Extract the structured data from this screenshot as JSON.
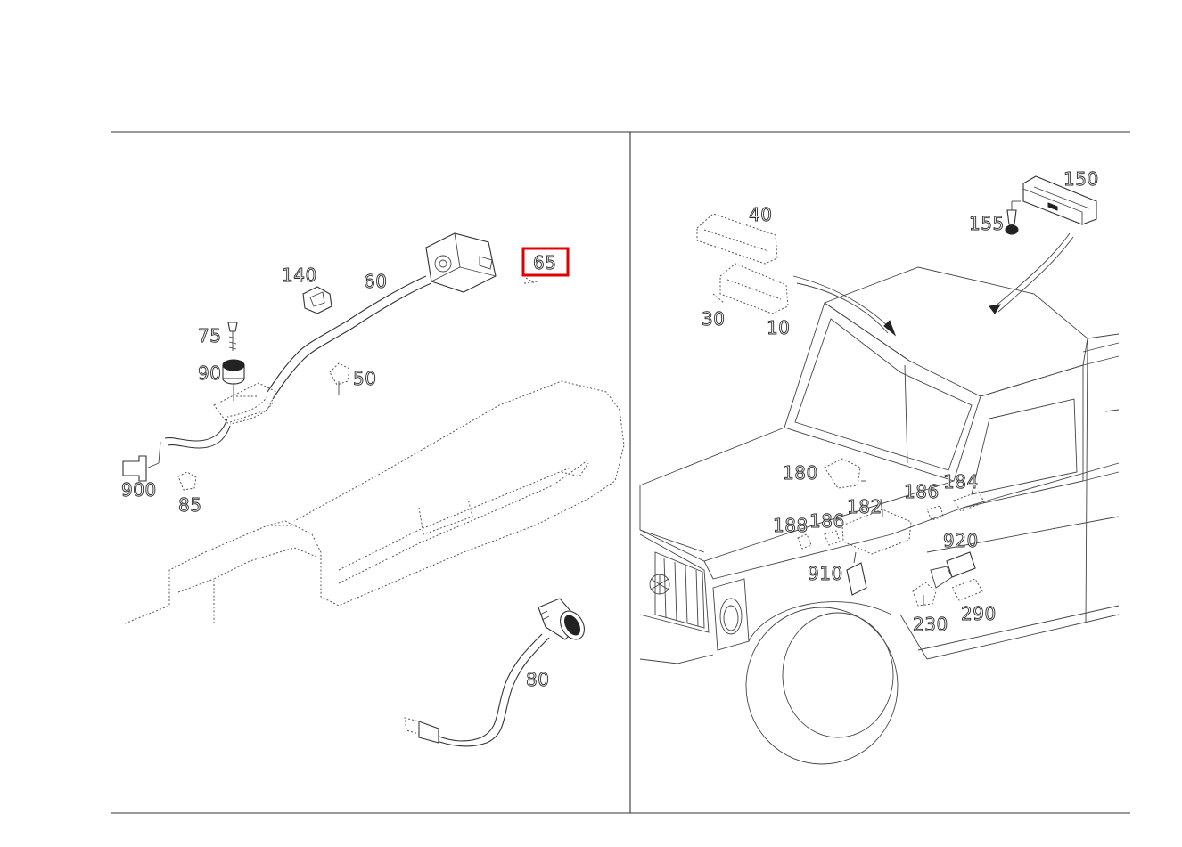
{
  "callouts": {
    "left": {
      "c140": "140",
      "c60": "60",
      "c65": "65",
      "c75": "75",
      "c90": "90",
      "c50": "50",
      "c900": "900",
      "c85": "85",
      "c80": "80"
    },
    "right": {
      "c40": "40",
      "c150": "150",
      "c155": "155",
      "c30": "30",
      "c10": "10",
      "c180": "180",
      "c186a": "186",
      "c184": "184",
      "c182": "182",
      "c188": "188",
      "c186b": "186",
      "c920": "920",
      "c910": "910",
      "c230": "230",
      "c290": "290"
    }
  },
  "highlighted_callout": "65",
  "colors": {
    "highlight": "#e00000",
    "lines": "#333333"
  }
}
